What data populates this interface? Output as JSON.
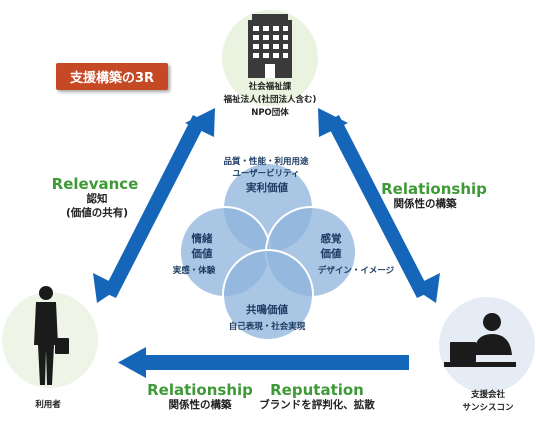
{
  "title": "支援構築の3R",
  "nodes": {
    "top": {
      "line1": "社会福祉課",
      "line2": "福祉法人(社団法人含む)",
      "line3": "NPO団体"
    },
    "left": {
      "label": "利用者"
    },
    "right": {
      "line1": "支援会社",
      "line2": "サンシスコン"
    }
  },
  "edges": {
    "left_edge": {
      "title": "Relevance",
      "line1": "認知",
      "line2": "(価値の共有)"
    },
    "right_edge": {
      "title": "Relationship",
      "line1": "関係性の構築"
    },
    "bottom_left": {
      "title": "Relationship",
      "line1": "関係性の構築"
    },
    "bottom_right": {
      "title": "Reputation",
      "line1": "ブランドを評判化、拡散"
    }
  },
  "petals": {
    "top": {
      "caption1": "品質・性能・利用用途",
      "caption2": "ユーザービリティ",
      "label": "実利価値"
    },
    "left": {
      "line1": "情緒",
      "line2": "価値",
      "caption": "実感・体験"
    },
    "right": {
      "line1": "感覚",
      "line2": "価値",
      "caption": "デザイン・イメージ"
    },
    "bottom": {
      "label": "共鳴価値",
      "caption": "自己表現・社会実現"
    }
  },
  "colors": {
    "arrow": "#1565b8",
    "green_text": "#3e9a36",
    "title_box": "#c64925",
    "petal_fill": "#8db3dc",
    "circle_bg": "#e9f3df",
    "right_circle_bg": "#e6ecf6"
  },
  "icons": [
    "office-building-icon",
    "businessman-icon",
    "laptop-user-icon"
  ]
}
